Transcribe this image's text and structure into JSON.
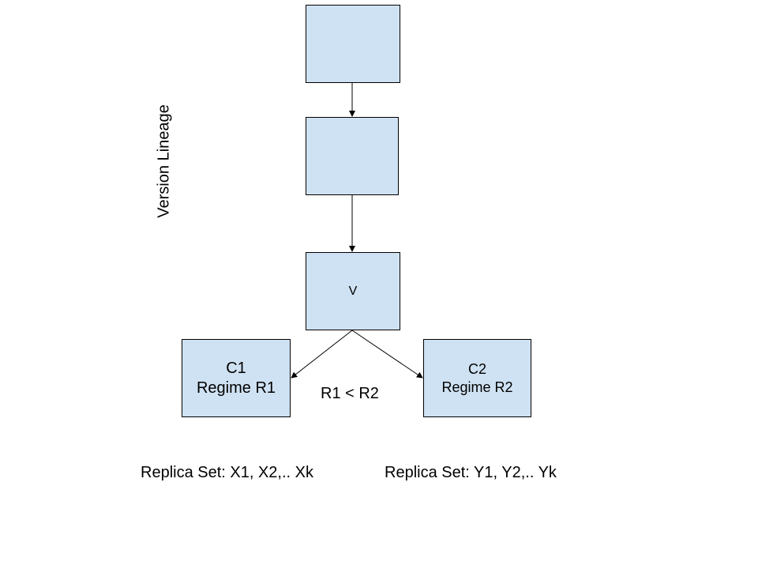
{
  "diagram": {
    "side_label": "Version Lineage",
    "nodes": {
      "top": "",
      "middle": "",
      "v": "V",
      "c1": "C1\nRegime R1",
      "c2": "C2\nRegime R2"
    },
    "relation": "R1 < R2",
    "replica_set_1": "Replica Set: X1, X2,.. Xk",
    "replica_set_2": "Replica Set: Y1, Y2,.. Yk",
    "colors": {
      "node_fill": "#cfe2f3",
      "stroke": "#000000"
    }
  }
}
